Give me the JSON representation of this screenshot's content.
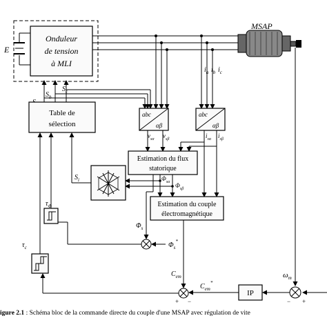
{
  "blocks": {
    "inverter_line1": "Onduleur",
    "inverter_line2": "de tension",
    "inverter_line3": "à MLI",
    "table_line1": "Table de",
    "table_line2": "sélection",
    "flux_line1": "Estimation du flux",
    "flux_line2": "statorique",
    "torque_line1": "Estimation du couple",
    "torque_line2": "électromagnétique",
    "ip": "IP",
    "motor": "MSAP",
    "abc": "abc",
    "alphabeta": "αβ"
  },
  "signals": {
    "E": "E",
    "Sa": "S",
    "Sa_sub": "a",
    "Sb": "S",
    "Sb_sub": "b",
    "Sc": "S",
    "Sc_sub": "c",
    "Si": "S",
    "Si_sub": "i",
    "ia": "i",
    "ia_sub": "a",
    "ib": "i",
    "ib_sub": "b",
    "ic": "i",
    "ic_sub": "c",
    "v_alpha": "v",
    "v_alpha_sub": "sα",
    "v_beta": "v",
    "v_beta_sub": "sβ",
    "i_alpha": "i",
    "i_alpha_sub": "sα",
    "i_beta": "i",
    "i_beta_sub": "sβ",
    "phi_alpha": "Φ",
    "phi_alpha_sub": "sα",
    "phi_beta": "Φ",
    "phi_beta_sub": "sβ",
    "phi_s": "Φ",
    "phi_s_sub": "s",
    "phi_ref": "Φ",
    "phi_ref_sub": "s",
    "phi_ref_sup": "*",
    "tau_phi": "τ",
    "tau_phi_sub": "Φ",
    "tau_c": "τ",
    "tau_c_sub": "c",
    "cem": "C",
    "cem_sub": "em",
    "cem_ref": "C",
    "cem_ref_sub": "em",
    "cem_ref_sup": "*",
    "omega_m": "ω",
    "omega_m_sub": "m",
    "plus": "+",
    "minus": "−"
  },
  "caption": {
    "label": "igure 2.1",
    "text": " : Schéma bloc de la commande directe du couple d'une MSAP avec régulation de vite"
  }
}
